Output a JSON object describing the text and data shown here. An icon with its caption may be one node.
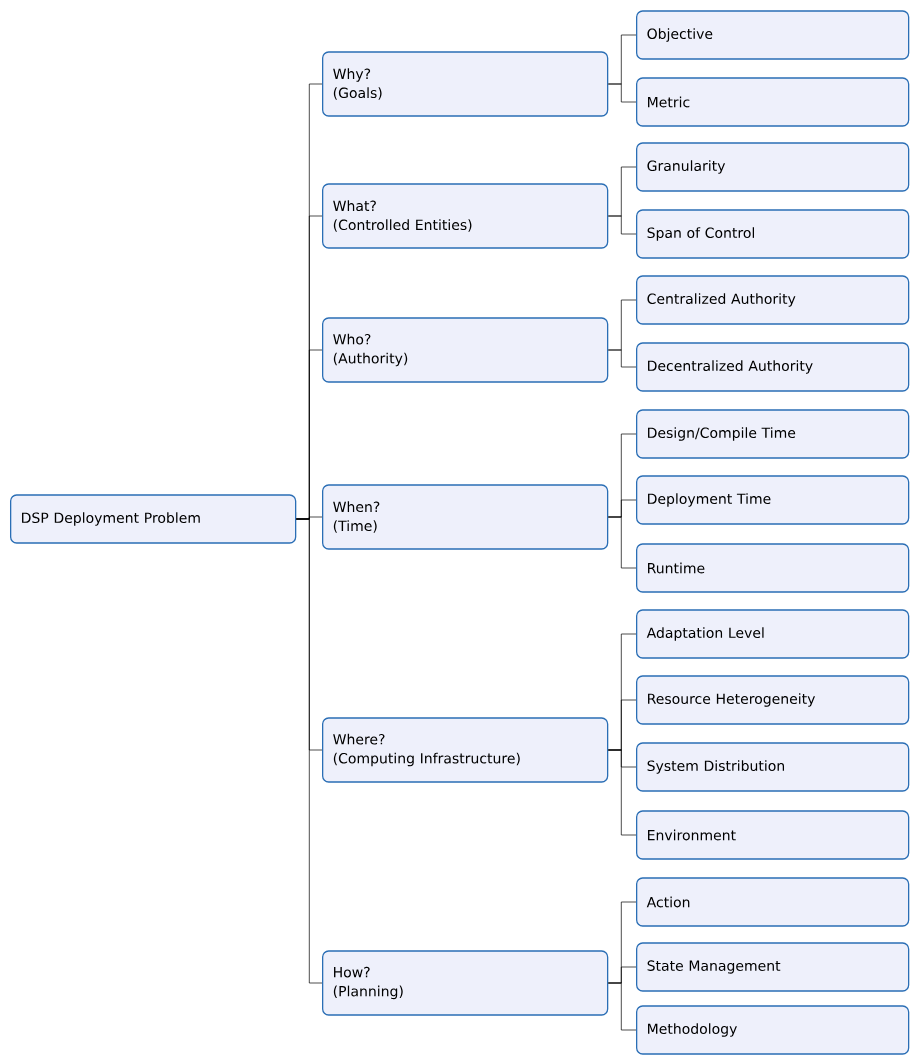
{
  "diagram": {
    "nodes": [
      {
        "text": [
          "DSP Deployment Problem"
        ]
      },
      {
        "text": [
          "Why?",
          "(Goals)"
        ]
      },
      {
        "text": [
          "Objective"
        ]
      },
      {
        "text": [
          "Metric"
        ]
      },
      {
        "text": [
          "What?",
          "(Controlled Entities)"
        ]
      },
      {
        "text": [
          "Granularity"
        ]
      },
      {
        "text": [
          "Span of Control"
        ]
      },
      {
        "text": [
          "Who?",
          "(Authority)"
        ]
      },
      {
        "text": [
          "Centralized Authority"
        ]
      },
      {
        "text": [
          "Decentralized Authority"
        ]
      },
      {
        "text": [
          "When?",
          "(Time)"
        ]
      },
      {
        "text": [
          "Design/Compile Time"
        ]
      },
      {
        "text": [
          "Deployment Time"
        ]
      },
      {
        "text": [
          "Runtime"
        ]
      },
      {
        "text": [
          "Where?",
          "(Computing Infrastructure)"
        ]
      },
      {
        "text": [
          "Adaptation Level"
        ]
      },
      {
        "text": [
          "Resource Heterogeneity"
        ]
      },
      {
        "text": [
          "System Distribution"
        ]
      },
      {
        "text": [
          "Environment"
        ]
      },
      {
        "text": [
          "How?",
          "(Planning)"
        ]
      },
      {
        "text": [
          "Action"
        ]
      },
      {
        "text": [
          "State Management"
        ]
      },
      {
        "text": [
          "Methodology"
        ]
      }
    ],
    "edges": [
      {
        "from": 0,
        "to": 1,
        "arrow": "none"
      },
      {
        "from": 1,
        "to": 2,
        "arrow": "none"
      },
      {
        "from": 1,
        "to": 3,
        "arrow": "none"
      },
      {
        "from": 0,
        "to": 4,
        "arrow": "none"
      },
      {
        "from": 4,
        "to": 5,
        "arrow": "none"
      },
      {
        "from": 4,
        "to": 6,
        "arrow": "none"
      },
      {
        "from": 0,
        "to": 7,
        "arrow": "none"
      },
      {
        "from": 7,
        "to": 8,
        "arrow": "none"
      },
      {
        "from": 7,
        "to": 9,
        "arrow": "none"
      },
      {
        "from": 0,
        "to": 10,
        "arrow": "none"
      },
      {
        "from": 10,
        "to": 11,
        "arrow": "none"
      },
      {
        "from": 10,
        "to": 12,
        "arrow": "none"
      },
      {
        "from": 10,
        "to": 13,
        "arrow": "none"
      },
      {
        "from": 0,
        "to": 14,
        "arrow": "none"
      },
      {
        "from": 14,
        "to": 15,
        "arrow": "none"
      },
      {
        "from": 14,
        "to": 16,
        "arrow": "none"
      },
      {
        "from": 14,
        "to": 17,
        "arrow": "none"
      },
      {
        "from": 14,
        "to": 18,
        "arrow": "none"
      },
      {
        "from": 0,
        "to": 19,
        "arrow": "none"
      },
      {
        "from": 19,
        "to": 20,
        "arrow": "none"
      },
      {
        "from": 19,
        "to": 21,
        "arrow": "none"
      },
      {
        "from": 19,
        "to": 22,
        "arrow": "none"
      }
    ]
  }
}
